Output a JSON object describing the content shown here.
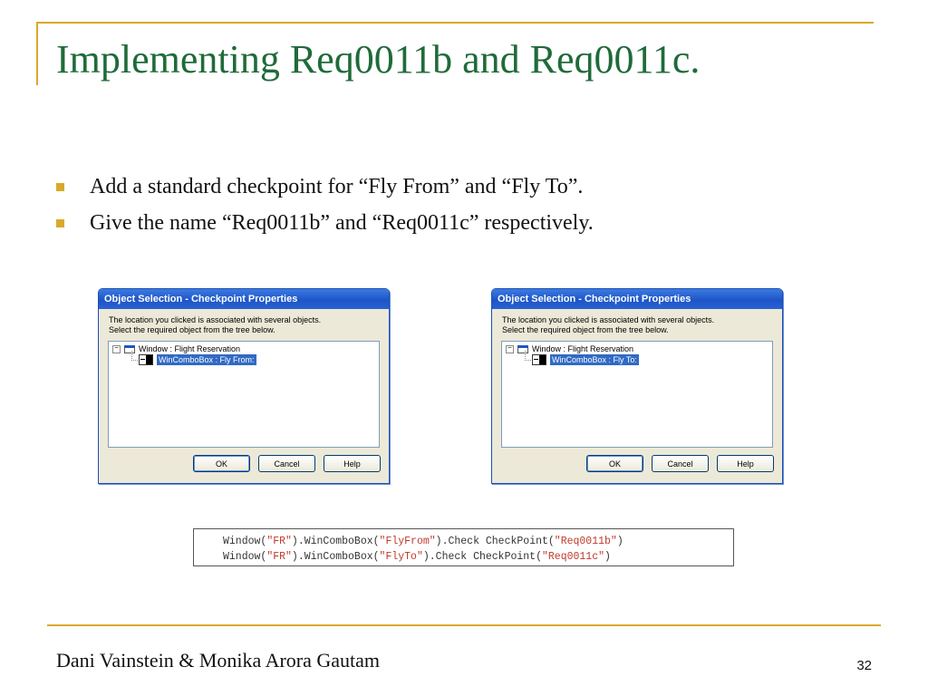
{
  "slide": {
    "title": "Implementing Req0011b and Req0011c.",
    "bullets": [
      "Add a standard checkpoint for “Fly From” and “Fly To”.",
      "Give the name “Req0011b” and “Req0011c” respectively."
    ],
    "footer": "Dani Vainstein & Monika Arora Gautam",
    "page_number": "32"
  },
  "dialogs": [
    {
      "title": "Object Selection - Checkpoint Properties",
      "message_line1": "The location you clicked is associated with several objects.",
      "message_line2": "Select the required object from the tree below.",
      "tree_root": "Window : Flight Reservation",
      "tree_child": "WinComboBox : Fly From:",
      "ok": "OK",
      "cancel": "Cancel",
      "help": "Help"
    },
    {
      "title": "Object Selection - Checkpoint Properties",
      "message_line1": "The location you clicked is associated with several objects.",
      "message_line2": "Select the required object from the tree below.",
      "tree_root": "Window : Flight Reservation",
      "tree_child": "WinComboBox : Fly To:",
      "ok": "OK",
      "cancel": "Cancel",
      "help": "Help"
    }
  ],
  "code": {
    "line1": {
      "p1": "Window(",
      "s1": "\"FR\"",
      "p2": ").WinComboBox(",
      "s2": "\"FlyFrom\"",
      "p3": ").Check CheckPoint(",
      "s3": "\"Req0011b\"",
      "p4": ")"
    },
    "line2": {
      "p1": "Window(",
      "s1": "\"FR\"",
      "p2": ").WinComboBox(",
      "s2": "\"FlyTo\"",
      "p3": ").Check CheckPoint(",
      "s3": "\"Req0011c\"",
      "p4": ")"
    }
  },
  "colors": {
    "title": "#1f6b3a",
    "accent": "#d9a92b",
    "dialog_title_bar": "#1d55c8",
    "code_string": "#c0392b"
  },
  "icons": {
    "collapse": "minus-box-icon",
    "window": "window-icon",
    "combobox": "combobox-icon"
  }
}
